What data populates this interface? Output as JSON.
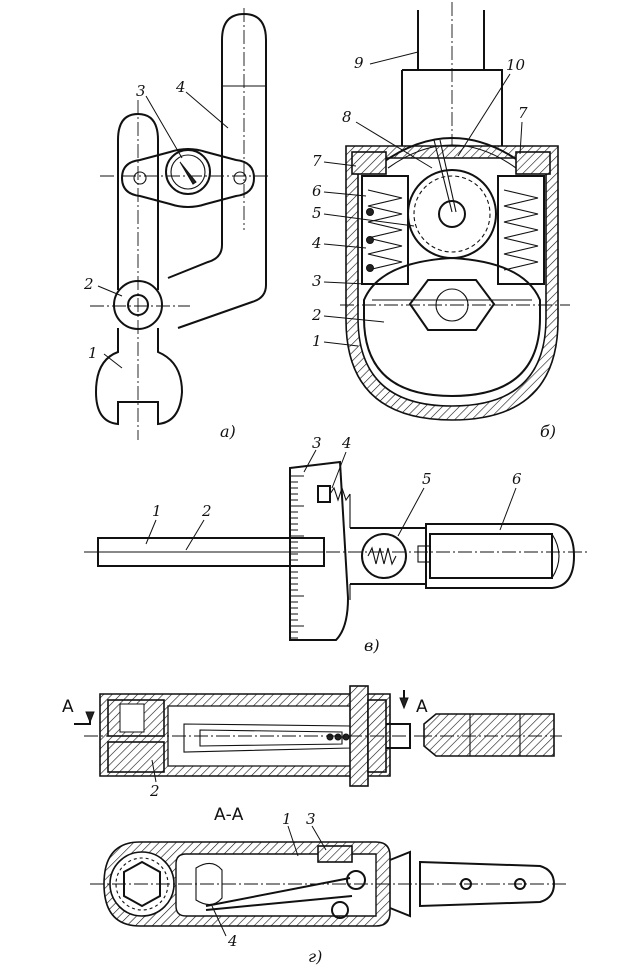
{
  "figure_a": {
    "caption": "а)",
    "labels": [
      "1",
      "2",
      "3",
      "4"
    ]
  },
  "figure_b": {
    "caption": "б)",
    "labels": [
      "1",
      "2",
      "3",
      "4",
      "5",
      "6",
      "7",
      "7",
      "8",
      "9",
      "10"
    ]
  },
  "figure_v": {
    "caption": "в)",
    "labels": [
      "1",
      "2",
      "3",
      "4",
      "5",
      "6"
    ]
  },
  "figure_g": {
    "caption": "г)",
    "section_mark": "А",
    "section_title": "А-А",
    "labels": [
      "1",
      "2",
      "3",
      "4"
    ]
  }
}
